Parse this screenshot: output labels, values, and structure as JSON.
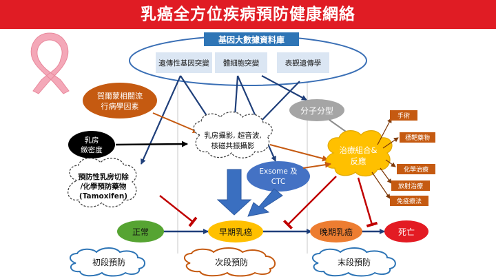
{
  "title": "乳癌全方位疾病預防健康網絡",
  "database": {
    "label": "基因大數據資料庫",
    "items": [
      "遺傳性基因突變",
      "體細胞突變",
      "表觀遺傳學"
    ]
  },
  "nodes": {
    "hormone_factors_line1": "賀爾蒙相關流",
    "hormone_factors_line2": "行病學因素",
    "breast_density_line1": "乳房",
    "breast_density_line2": "緻密度",
    "imaging_line1": "乳房攝影, 超音波,",
    "imaging_line2": "核磁共振攝影",
    "molecular_subtype": "分子分型",
    "exosome_line1": "Exsome  及",
    "exosome_line2": "CTC",
    "treatment_line1": "治療組合&",
    "treatment_line2": "反應",
    "prevention_line1": "預防性乳房切除",
    "prevention_line2": "/化學預防藥物",
    "prevention_line3": "(Tamoxifen)"
  },
  "treatments": [
    "手術",
    "標靶藥物",
    "化學治療",
    "放射治療",
    "免疫療法"
  ],
  "stages": [
    "正常",
    "早期乳癌",
    "晚期乳癌",
    "死亡"
  ],
  "prevention_levels": [
    "初段預防",
    "次段預防",
    "末段預防"
  ],
  "colors": {
    "banner": "#e01c24",
    "green": "#56a432",
    "yellow": "#ffc000",
    "orange_stage": "#ed7d31",
    "red": "#e31b23",
    "brown": "#c55a11",
    "blue": "#4472c4",
    "gray": "#a5a5a5",
    "inhibit": "#c00000",
    "treat_box": "#c55a11"
  },
  "icons": [
    "pink-ribbon-icon"
  ]
}
